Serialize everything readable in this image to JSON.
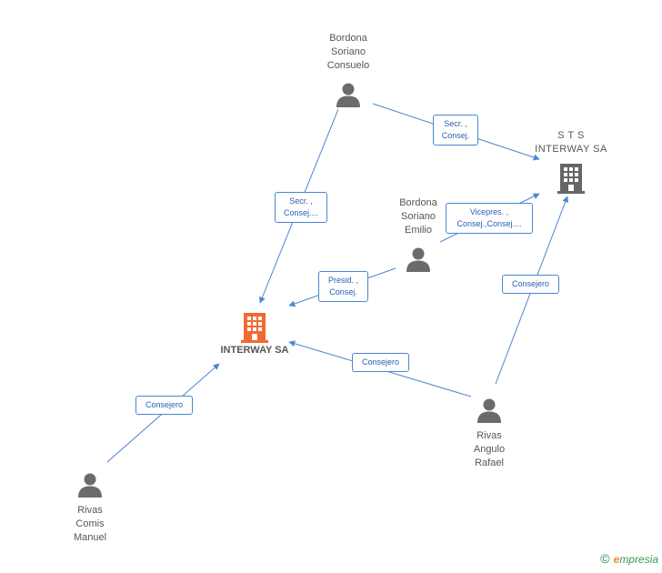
{
  "nodes": {
    "interway": {
      "label": "INTERWAY SA",
      "type": "company",
      "color": "#f26a32"
    },
    "sts": {
      "label": "S T S\nINTERWAY SA",
      "type": "company",
      "color": "#666666"
    },
    "consuelo": {
      "label": "Bordona\nSoriano\nConsuelo",
      "type": "person"
    },
    "emilio": {
      "label": "Bordona\nSoriano\nEmilio",
      "type": "person"
    },
    "rafael": {
      "label": "Rivas\nAngulo\nRafael",
      "type": "person"
    },
    "manuel": {
      "label": "Rivas\nComis\nManuel",
      "type": "person"
    }
  },
  "relations": {
    "consuelo_sts": "Secr. ,\nConsej.",
    "consuelo_interway": "Secr. ,\nConsej....",
    "emilio_sts": "Vicepres. ,\nConsej.,Consej....",
    "emilio_interway": "Presid. ,\nConsej.",
    "rafael_sts": "Consejero",
    "rafael_interway": "Consejero",
    "manuel_interway": "Consejero"
  },
  "colors": {
    "edge": "#4a86d4",
    "person_icon": "#6b6b6b"
  },
  "footer": {
    "copyright": "©",
    "brand_initial": "e",
    "brand_rest": "mpresia"
  }
}
